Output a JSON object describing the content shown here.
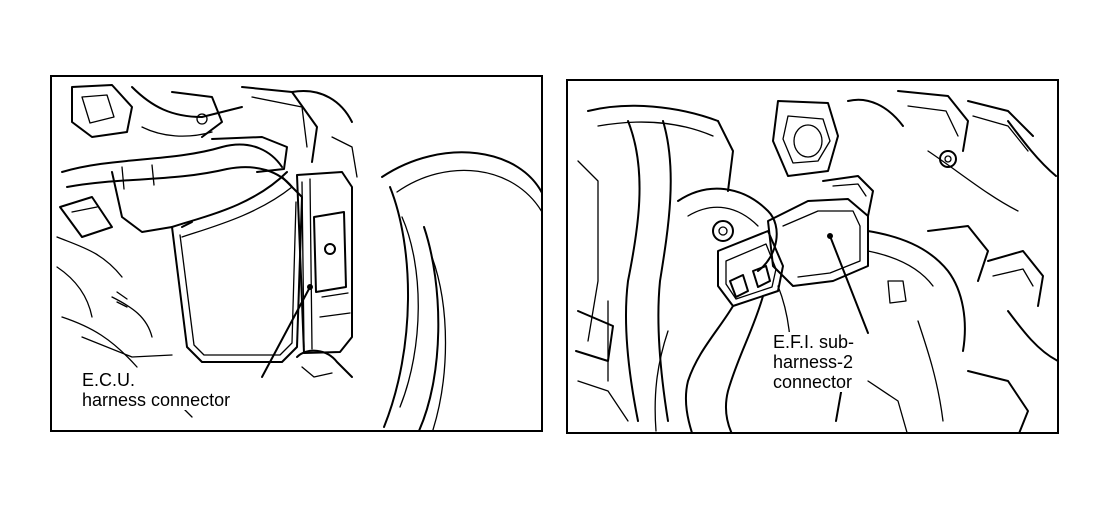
{
  "panels": [
    {
      "label_lines": [
        "E.C.U.",
        "harness connector"
      ]
    },
    {
      "label_lines": [
        "E.F.I. sub-",
        "harness-2",
        "connector"
      ]
    }
  ]
}
